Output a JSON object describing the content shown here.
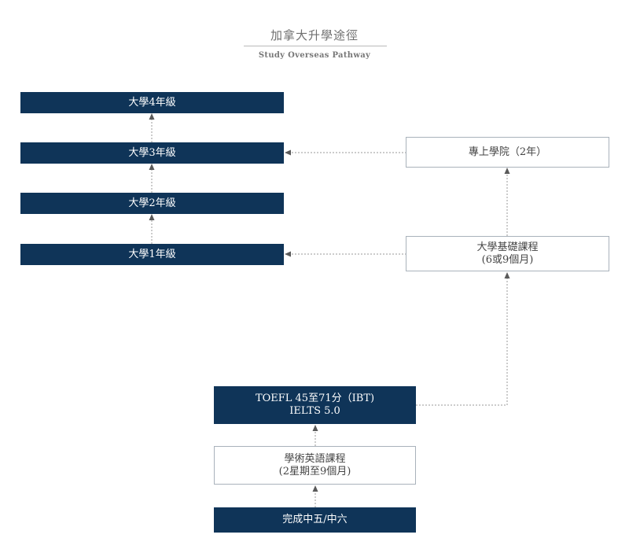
{
  "title": {
    "main": "加拿大升學途徑",
    "sub": "Study Overseas Pathway"
  },
  "nodes": {
    "year4": {
      "line1": "大學4年級"
    },
    "year3": {
      "line1": "大學3年級"
    },
    "year2": {
      "line1": "大學2年級"
    },
    "year1": {
      "line1": "大學1年級"
    },
    "college": {
      "line1": "專上學院（2年）"
    },
    "foundation": {
      "line1": "大學基礎課程",
      "line2": "(6或9個月)"
    },
    "language_req": {
      "line1": "TOEFL 45至71分（IBT)",
      "line2": "IELTS 5.0"
    },
    "eap": {
      "line1": "學術英語課程",
      "line2": "(2星期至9個月)"
    },
    "start": {
      "line1": "完成中五/中六"
    }
  },
  "colors": {
    "dark_box": "#0f3458",
    "light_box_border": "#a9b2bb",
    "connector": "#9a9a9a",
    "arrow": "#5a5a5a"
  }
}
